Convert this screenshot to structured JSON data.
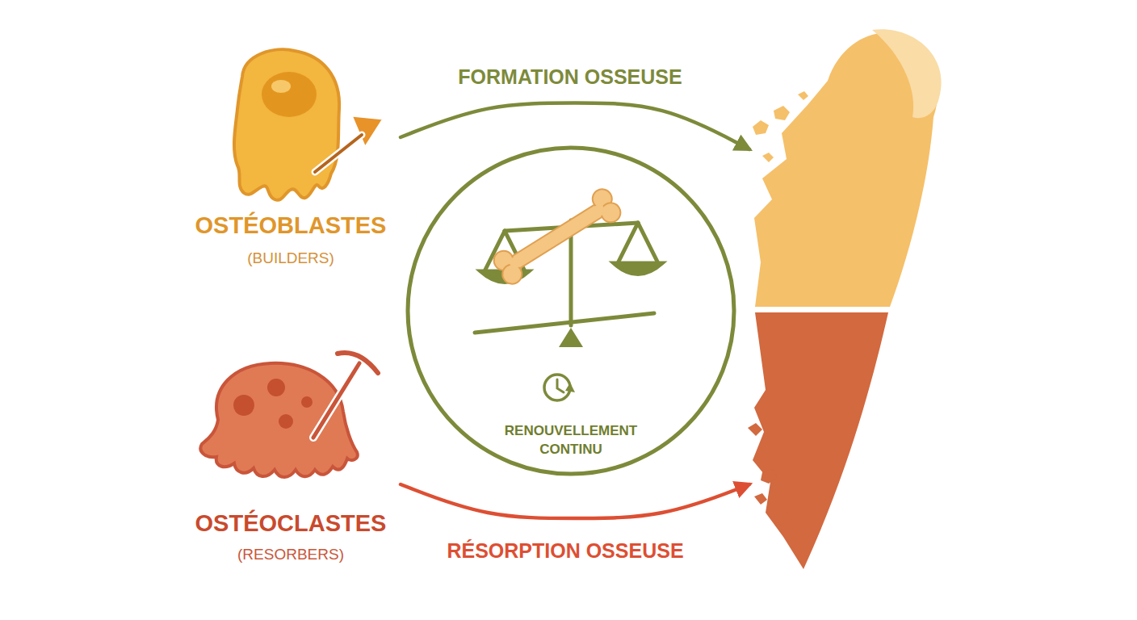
{
  "diagram": {
    "nodes": [
      {
        "text": [
          "OSTÉOBLASTES",
          "(BUILDERS)"
        ]
      },
      {
        "text": [
          "OSTÉOCLASTES",
          "(RESORBERS)"
        ]
      },
      {
        "text": [
          "RENOUVELLEMENT CONTINU"
        ]
      },
      {
        "text": []
      }
    ],
    "edges": [
      {
        "from": 0,
        "to": 3,
        "arrow": "to",
        "label": "FORMATION OSSEUSE"
      },
      {
        "from": 1,
        "to": 3,
        "arrow": "to",
        "label": "RÉSORPTION OSSEUSE"
      }
    ]
  }
}
